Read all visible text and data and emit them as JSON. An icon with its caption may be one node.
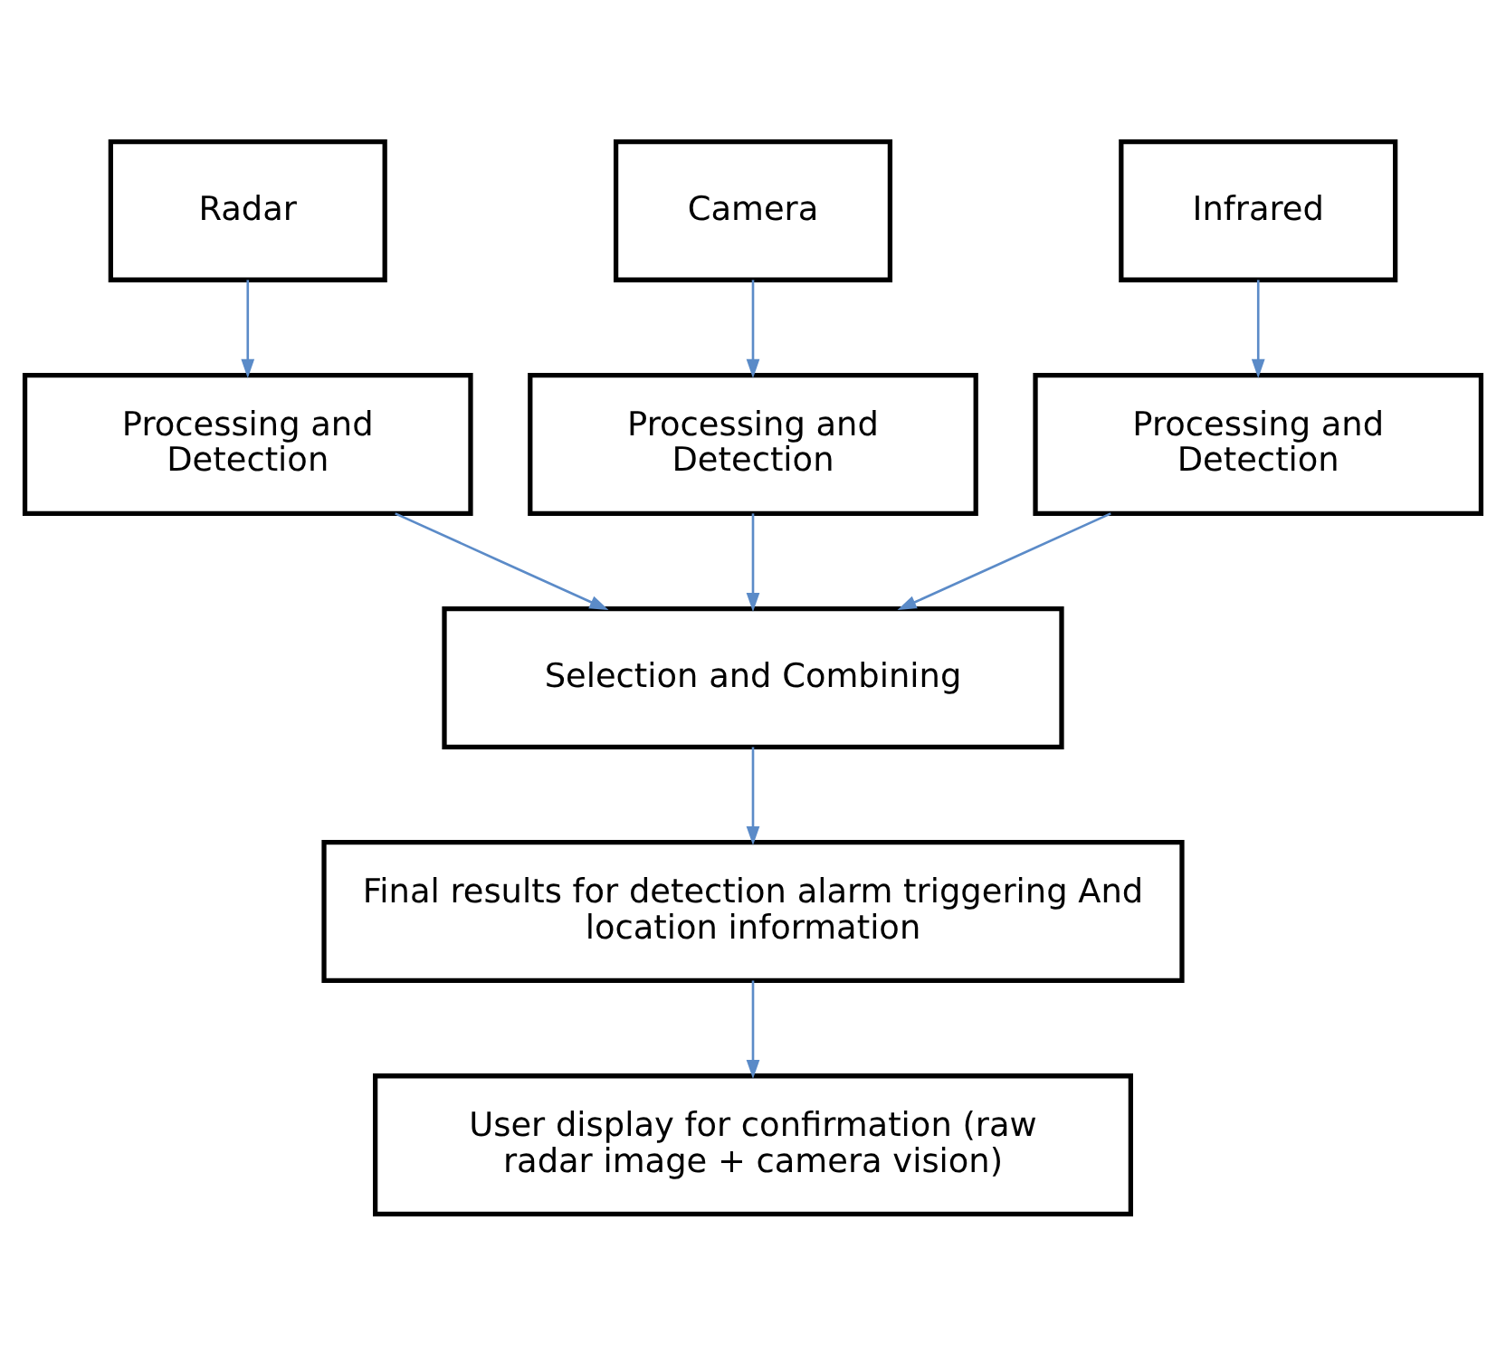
{
  "diagram": {
    "nodes": [
      {
        "text": [
          "Radar"
        ]
      },
      {
        "text": [
          "Camera"
        ]
      },
      {
        "text": [
          "Infrared"
        ]
      },
      {
        "text": [
          "Processing and Detection"
        ]
      },
      {
        "text": [
          "Processing and Detection"
        ]
      },
      {
        "text": [
          "Processing and Detection"
        ]
      },
      {
        "text": [
          "Selection and Combining"
        ]
      },
      {
        "text": [
          "Final results for detection alarm triggering And location information"
        ]
      },
      {
        "text": [
          "User display for confirmation (raw radar image + camera vision)"
        ]
      }
    ],
    "edges": [
      {
        "from": 0,
        "to": 3,
        "arrow": "to"
      },
      {
        "from": 1,
        "to": 4,
        "arrow": "to"
      },
      {
        "from": 2,
        "to": 5,
        "arrow": "to"
      },
      {
        "from": 3,
        "to": 6,
        "arrow": "to"
      },
      {
        "from": 4,
        "to": 6,
        "arrow": "to"
      },
      {
        "from": 5,
        "to": 6,
        "arrow": "to"
      },
      {
        "from": 6,
        "to": 7,
        "arrow": "to"
      },
      {
        "from": 7,
        "to": 8,
        "arrow": "to"
      }
    ]
  }
}
